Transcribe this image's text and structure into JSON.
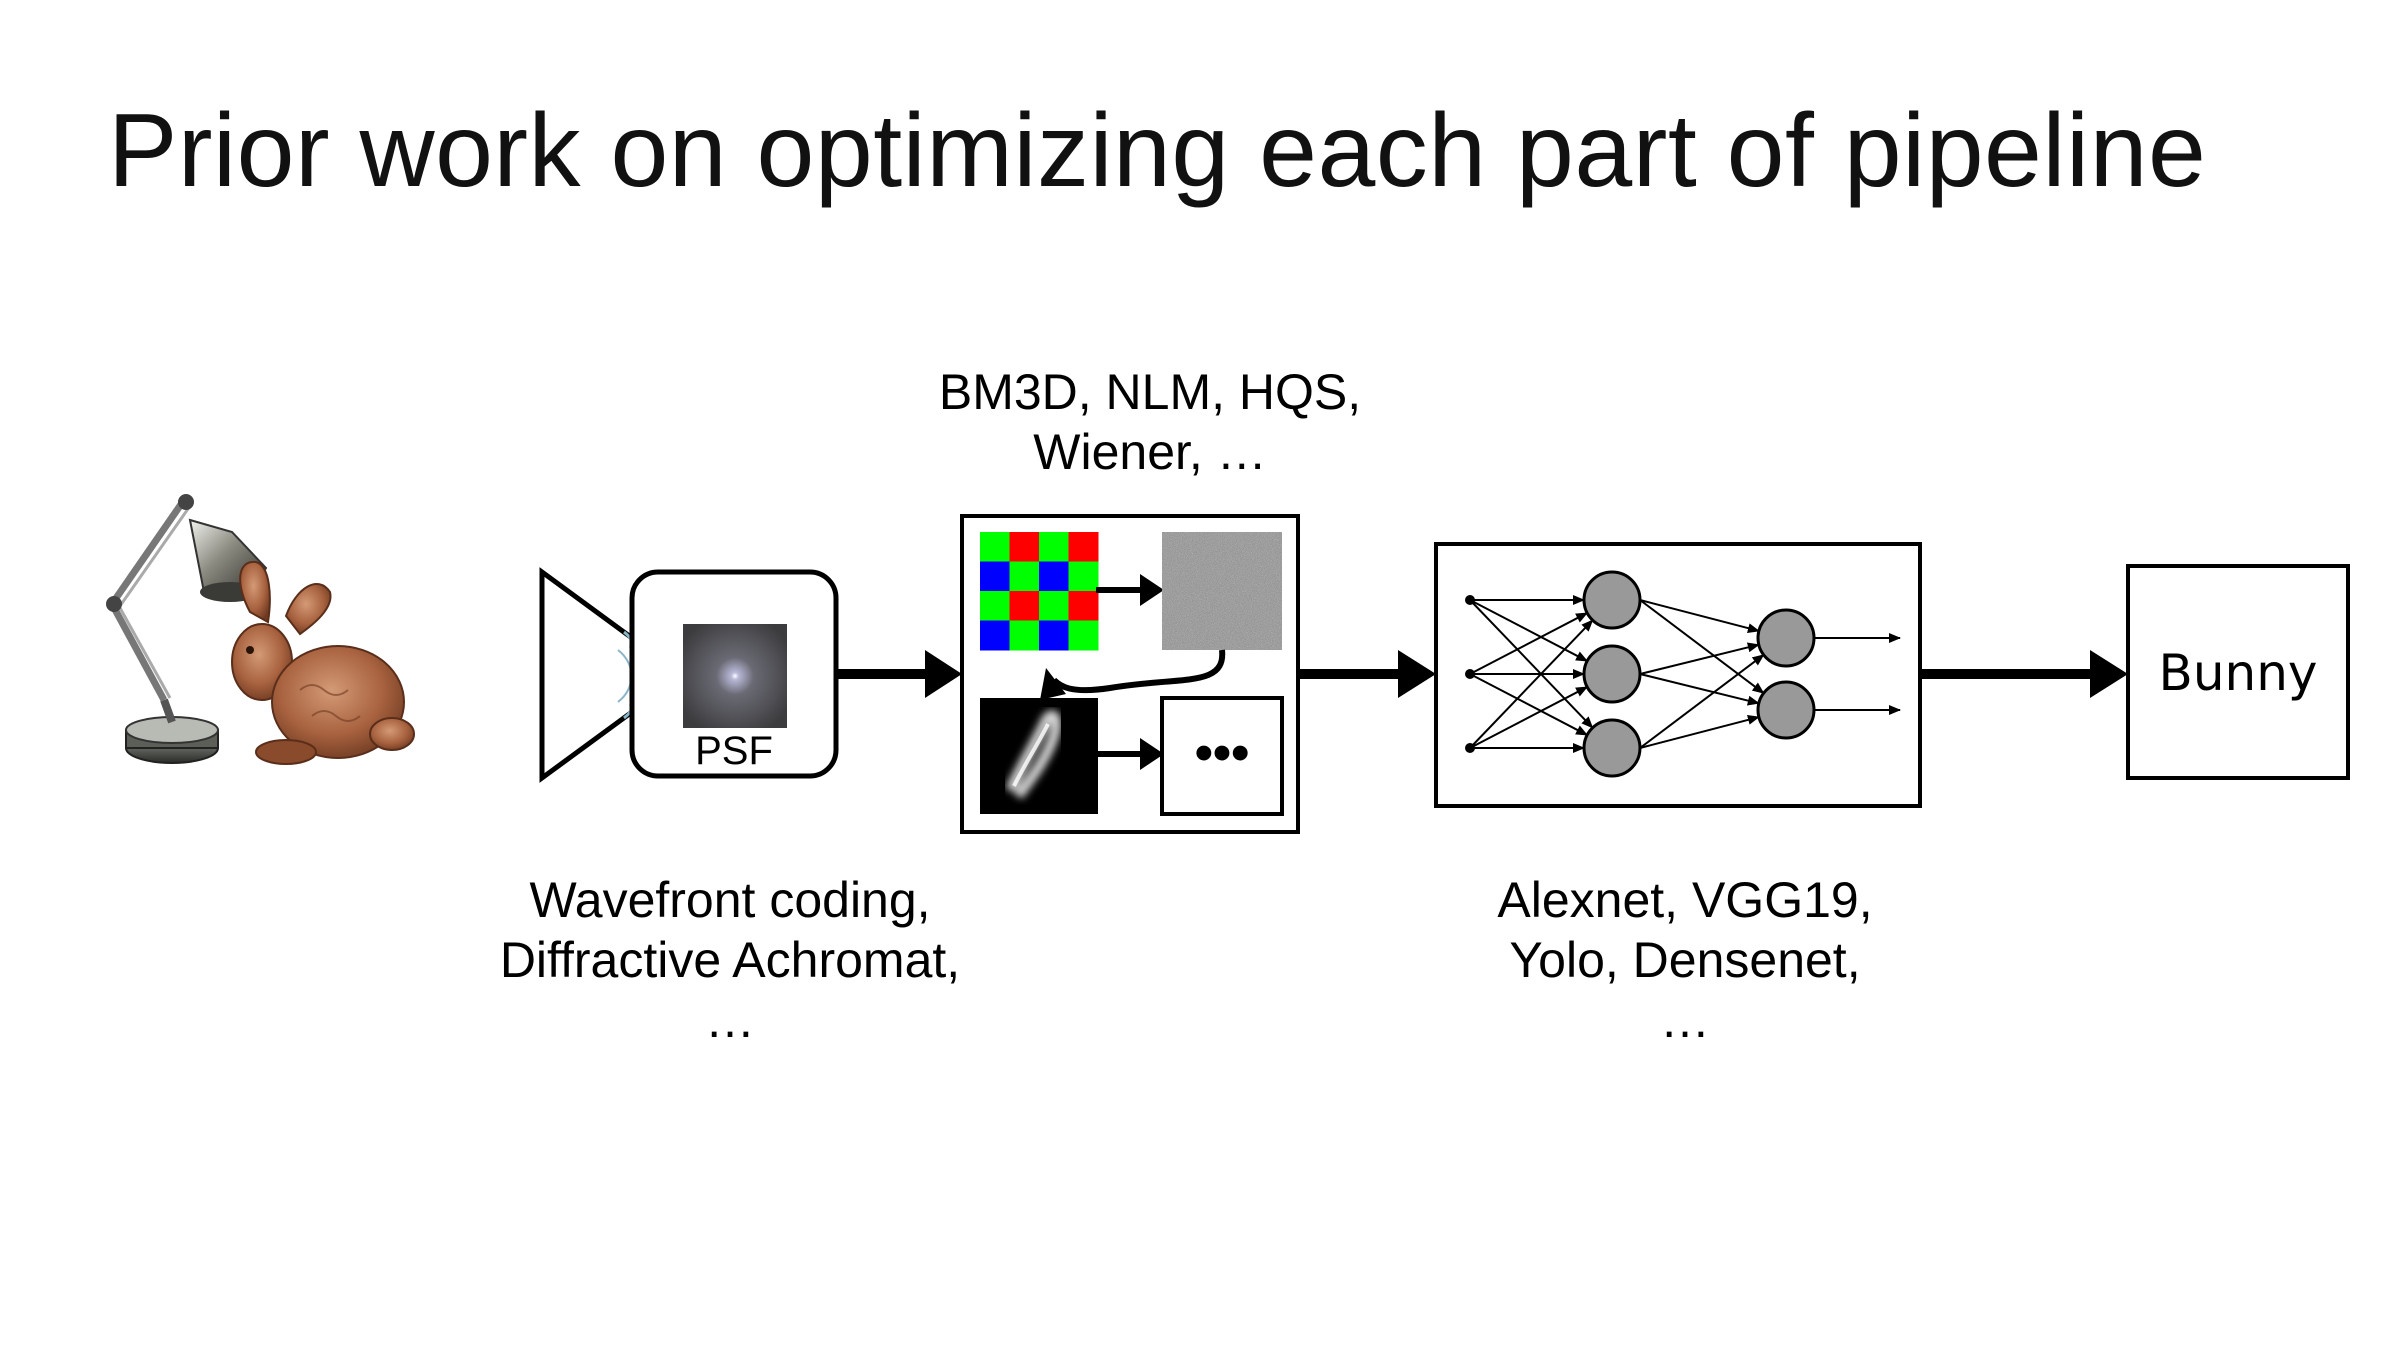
{
  "slide": {
    "title": "Prior work on optimizing each part of pipeline"
  },
  "diagram": {
    "psf_label": "PSF",
    "output_label": "Bunny",
    "ellipsis_box": "•••",
    "captions": {
      "optics": [
        "Wavefront coding,",
        "Diffractive Achromat,",
        "…"
      ],
      "isp": [
        "BM3D, NLM, HQS,",
        "Wiener, …"
      ],
      "cnn": [
        "Alexnet, VGG19,",
        "Yolo, Densenet,",
        "…"
      ]
    },
    "bayer_colors": {
      "red": "#ff0000",
      "green": "#00ff00",
      "blue": "#0000ff"
    },
    "neuron_color": "#999999",
    "icons": [
      "desk-lamp-icon",
      "bunny-icon",
      "camera-lens-icon",
      "neural-network-icon"
    ]
  }
}
